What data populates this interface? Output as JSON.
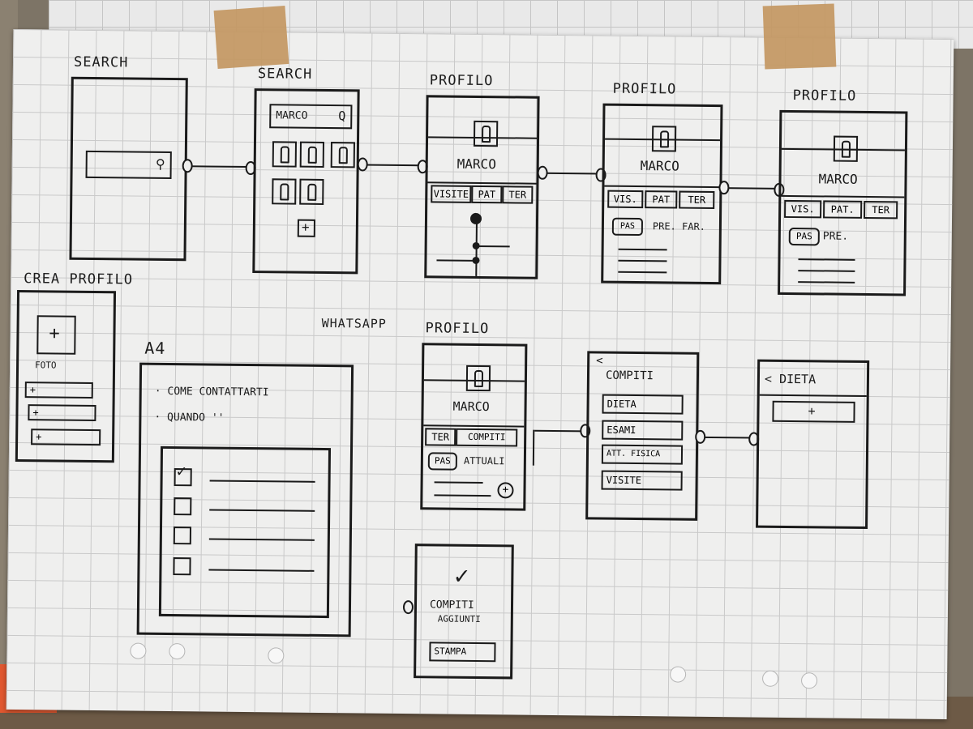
{
  "sheet": {
    "top_row": {
      "screen1": {
        "label": "SEARCH"
      },
      "screen2": {
        "label": "SEARCH",
        "query": "MARCO"
      },
      "screen3": {
        "label": "PROFILO",
        "name": "MARCO",
        "tabs": [
          "VISITE",
          "PAT",
          "TER"
        ]
      },
      "screen4": {
        "label": "PROFILO",
        "name": "MARCO",
        "tabs": [
          "VIS.",
          "PAT",
          "TER"
        ],
        "pas": "PAS",
        "sub": "PRE. FAR."
      },
      "screen5": {
        "label": "PROFILO",
        "name": "MARCO",
        "tabs": [
          "VIS.",
          "PAT.",
          "TER"
        ],
        "pas": "PAS",
        "sub": "PRE."
      }
    },
    "crea_profilo": {
      "label": "CREA PROFILO",
      "foto": "FOTO"
    },
    "a4": {
      "label": "A4",
      "line1": "· COME CONTATTARTI",
      "line2": "· QUANDO   ''",
      "whatsapp": "WHATSAPP"
    },
    "profilo_bottom": {
      "label": "PROFILO",
      "name": "MARCO",
      "tab1": "TER",
      "tab2": "COMPITI",
      "pas": "PAS",
      "attuali": "ATTUALI"
    },
    "compiti": {
      "back": "<",
      "title": "COMPITI",
      "items": [
        "DIETA",
        "ESAMI",
        "ATT. FISICA",
        "VISITE"
      ]
    },
    "dieta": {
      "title": "< DIETA"
    },
    "added": {
      "line1": "COMPITI",
      "line2": "AGGIUNTI",
      "button": "STAMPA"
    }
  }
}
